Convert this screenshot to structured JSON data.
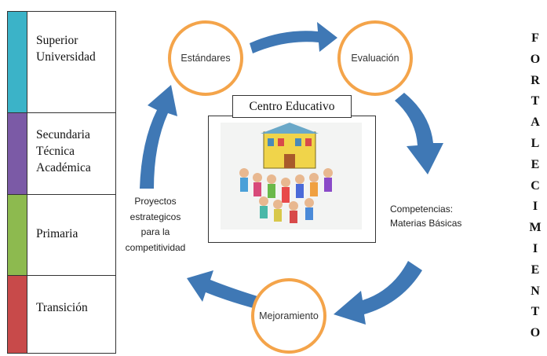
{
  "levels": [
    {
      "label": "Superior\nUniversidad",
      "color": "#3bb3c8"
    },
    {
      "label": "Secundaria\nTécnica\nAcadémica",
      "color": "#7b5aa6"
    },
    {
      "label": "Primaria",
      "color": "#8dba4f"
    },
    {
      "label": "Transición",
      "color": "#c84a4a"
    }
  ],
  "cycle": {
    "standards": "Estándares",
    "evaluation": "Evaluación",
    "improvement": "Mejoramiento",
    "center_title": "Centro Educativo",
    "competencies_line1": "Competencias:",
    "competencies_line2": "Materias Básicas",
    "projects_line1": "Proyectos",
    "projects_line2": "estrategicos",
    "projects_line3": "para la",
    "projects_line4": "competitividad"
  },
  "vertical_word": "FORTALECIMIENTO",
  "colors": {
    "circle_border": "#f4a44a",
    "arrow": "#3f78b5"
  }
}
